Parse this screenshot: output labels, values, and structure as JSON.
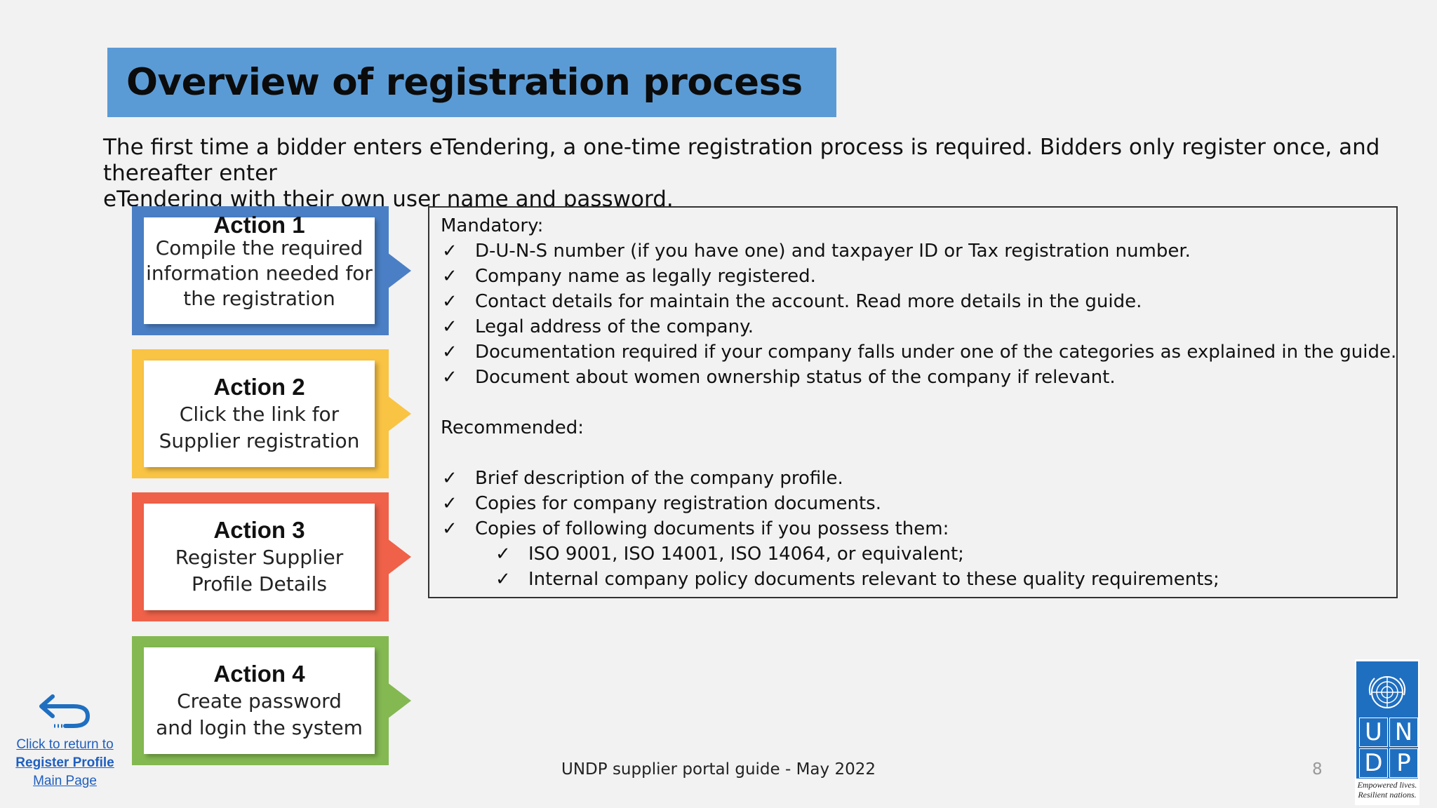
{
  "header": {
    "title": "Overview of registration process"
  },
  "intro": {
    "line1": "The first time a bidder enters eTendering, a one-time registration process is required. Bidders only register once, and thereafter enter",
    "line2": "eTendering with their own user name and password."
  },
  "actions": [
    {
      "title": "Action 1",
      "lines": [
        "Compile the required",
        "information needed for",
        "the registration"
      ],
      "color": "#4a7fc5"
    },
    {
      "title": "Action 2",
      "lines": [
        "Click the link for",
        "Supplier registration"
      ],
      "color": "#f9c344"
    },
    {
      "title": "Action 3",
      "lines": [
        "Register Supplier",
        "Profile Details"
      ],
      "color": "#ef6149"
    },
    {
      "title": "Action 4",
      "lines": [
        "Create password",
        "and login the system"
      ],
      "color": "#84b851"
    }
  ],
  "requirements": {
    "check_glyph": "✓",
    "mandatory_label": "Mandatory:",
    "mandatory": [
      "D-U-N-S  number (if you have one) and taxpayer ID or Tax registration number.",
      "Company name as legally registered.",
      "Contact details for maintain the account. Read more details in the guide.",
      "Legal address of the company.",
      "Documentation required if your company falls under one of the categories as explained in the guide.",
      "Document about women ownership status of the company if relevant."
    ],
    "recommended_label": "Recommended:",
    "recommended": [
      "Brief description of the company profile.",
      "Copies for company registration documents.",
      "Copies of following documents if you possess them:"
    ],
    "recommended_sub": [
      "ISO 9001, ISO 14001, ISO 14064, or equivalent;",
      "Internal company policy documents relevant to these quality requirements;"
    ]
  },
  "return_link": {
    "icon": "return-arrow-icon",
    "line1": "Click to return to",
    "line2": "Register Profile",
    "line3": "Main Page"
  },
  "footer": {
    "text": "UNDP supplier portal guide - May 2022",
    "page": "8"
  },
  "logo": {
    "letters": [
      "U",
      "N",
      "D",
      "P"
    ],
    "tagline1": "Empowered lives.",
    "tagline2": "Resilient nations.",
    "color": "#1f6fc1"
  }
}
